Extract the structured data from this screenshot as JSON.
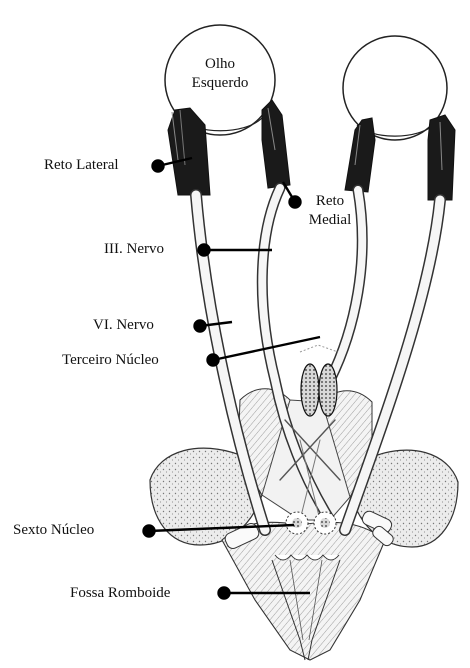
{
  "labels": {
    "olho_esquerdo_line1": "Olho",
    "olho_esquerdo_line2": "Esquerdo",
    "reto_lateral": "Reto Lateral",
    "reto_medial_line1": "Reto",
    "reto_medial_line2": "Medial",
    "iii_nervo": "III. Nervo",
    "vi_nervo": "VI. Nervo",
    "terceiro_nucleo": "Terceiro Núcleo",
    "sexto_nucleo": "Sexto Núcleo",
    "fossa_romboide": "Fossa Romboide"
  },
  "colors": {
    "ink": "#111111",
    "muscle_dark": "#1a1a1a",
    "nerve_fill": "#f6f6f6",
    "brainstem": "#eeeeee"
  }
}
